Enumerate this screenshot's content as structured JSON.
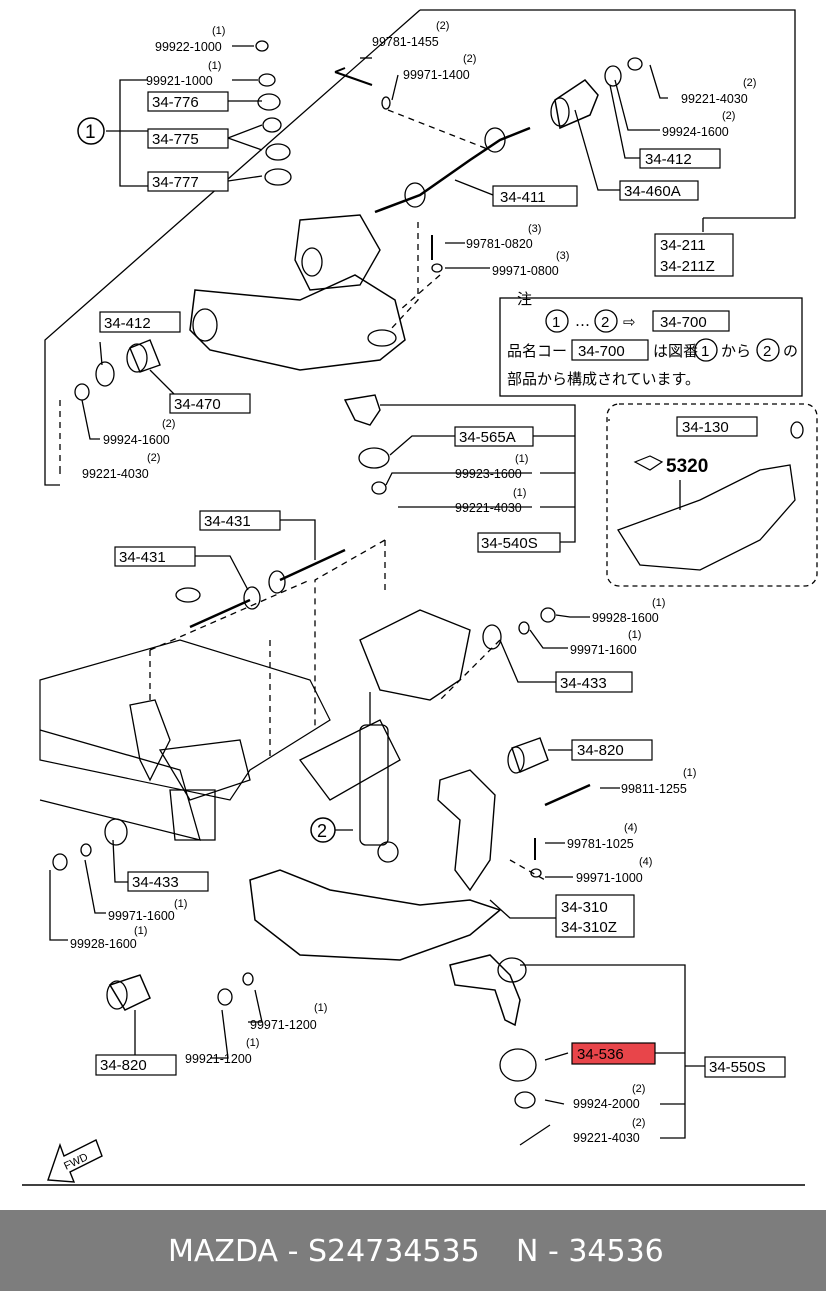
{
  "footer": {
    "brand": "MAZDA - S24734535",
    "number": "N - 34536"
  },
  "circled": {
    "one": "1",
    "two": "2"
  },
  "labels": {
    "p99922_1000": "99922-1000",
    "q1a": "(1)",
    "p99921_1000": "99921-1000",
    "q1b": "(1)",
    "p34_776": "34-776",
    "p34_775": "34-775",
    "p34_777": "34-777",
    "p99781_1455": "99781-1455",
    "q2a": "(2)",
    "p99971_1400": "99971-1400",
    "q2b": "(2)",
    "p99221_4030a": "99221-4030",
    "q2c": "(2)",
    "p99924_1600a": "99924-1600",
    "q2d": "(2)",
    "p34_412a": "34-412",
    "p34_460A": "34-460A",
    "p34_411": "34-411",
    "p34_211": "34-211",
    "p34_211Z": "34-211Z",
    "p99781_0820": "99781-0820",
    "q3a": "(3)",
    "p99971_0800": "99971-0800",
    "q3b": "(3)",
    "p34_412b": "34-412",
    "p34_470": "34-470",
    "p99924_1600b": "99924-1600",
    "q2e": "(2)",
    "p99221_4030b": "99221-4030",
    "q2f": "(2)",
    "p34_565A": "34-565A",
    "p99923_1600": "99923-1600",
    "q1c": "(1)",
    "p99221_4030c": "99221-4030",
    "q1d": "(1)",
    "p34_540S": "34-540S",
    "p34_130": "34-130",
    "ref5320": "5320",
    "p34_431a": "34-431",
    "p34_431b": "34-431",
    "p99928_1600a": "99928-1600",
    "q1e": "(1)",
    "p99971_1600a": "99971-1600",
    "q1f": "(1)",
    "p34_433a": "34-433",
    "p34_820a": "34-820",
    "p99811_1255": "99811-1255",
    "q1g": "(1)",
    "p99781_1025": "99781-1025",
    "q4a": "(4)",
    "p99971_1000": "99971-1000",
    "q4b": "(4)",
    "p34_310": "34-310",
    "p34_310Z": "34-310Z",
    "p34_433b": "34-433",
    "p99971_1600b": "99971-1600",
    "q1h": "(1)",
    "p99928_1600b": "99928-1600",
    "q1i": "(1)",
    "p99971_1200": "99971-1200",
    "q1j": "(1)",
    "p99921_1200": "99921-1200",
    "q1k": "(1)",
    "p34_820b": "34-820",
    "p34_536": "34-536",
    "p34_550S": "34-550S",
    "p99924_2000": "99924-2000",
    "q2g": "(2)",
    "p99221_4030d": "99221-4030",
    "q2h": "(2)",
    "fwd": "FWD"
  },
  "note": {
    "title": "注",
    "line1_part": "34-700",
    "line2_prefix": "品名コード",
    "line2_part": "34-700",
    "line2_mid": "は図番",
    "line2_suffix": "から",
    "line2_end": "の",
    "line3": "部品から構成されています。",
    "arrow": "⇨",
    "dots": "…"
  },
  "colors": {
    "highlight": "#e8454a",
    "footer_bg": "#7d7d7d"
  }
}
